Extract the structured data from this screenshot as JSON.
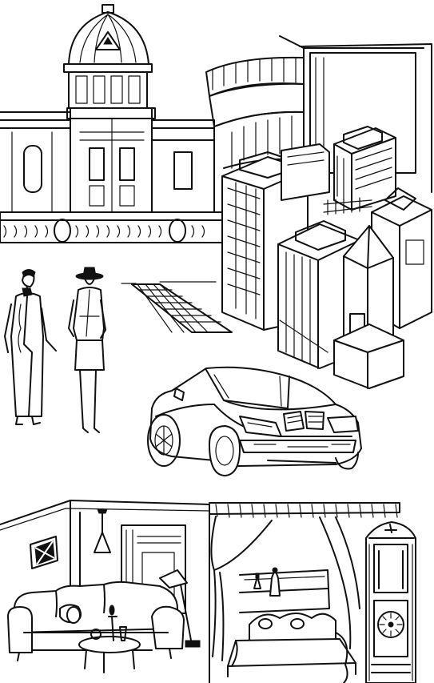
{
  "canvas": {
    "background": "#ffffff"
  },
  "style": {
    "ink_color": "#111111"
  },
  "panels": [
    {
      "id": "architecture",
      "elements": [
        "domed-building",
        "balustrade",
        "curved-tower",
        "skyscrapers",
        "grid-plaza"
      ]
    },
    {
      "id": "fashion-and-car",
      "elements": [
        "woman-in-long-coat",
        "woman-in-hat-and-skirt",
        "convertible-car"
      ]
    },
    {
      "id": "interiors",
      "elements": [
        "living-room",
        "bedroom",
        "grandfather-clock"
      ]
    }
  ]
}
